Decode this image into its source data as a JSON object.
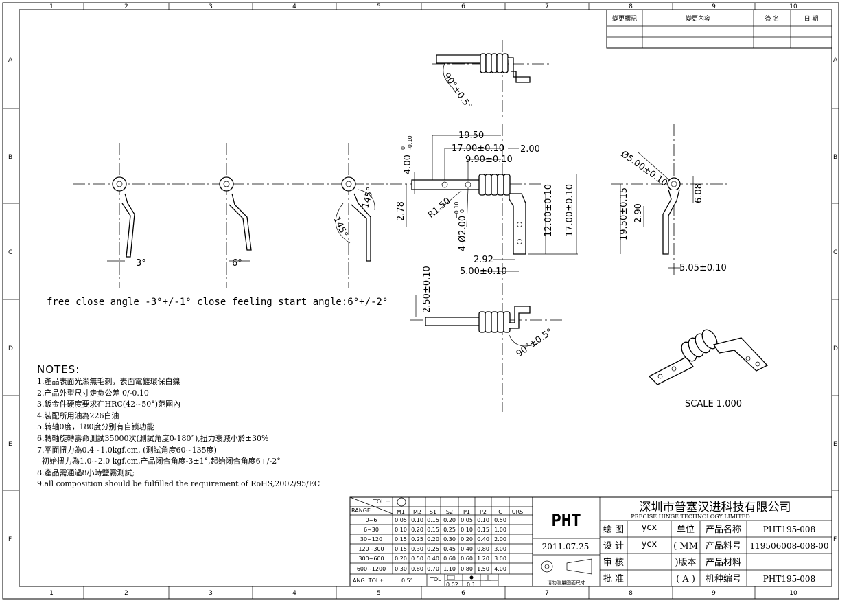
{
  "border": {
    "col_labels": [
      "1",
      "2",
      "3",
      "4",
      "5",
      "6",
      "7",
      "8",
      "9",
      "10"
    ],
    "row_labels": [
      "A",
      "B",
      "C",
      "D",
      "E",
      "F"
    ]
  },
  "revision_block": {
    "headers": [
      "變更標記",
      "變更內容",
      "簽 名",
      "日 期"
    ]
  },
  "views": {
    "top_angle": "90°±0.5°",
    "bottom_angle": "90°±0.5°",
    "dim_19_50": "19.50",
    "dim_17_00": "17.00±0.10",
    "dim_9_90": "9.90±0.10",
    "dim_2_00": "2.00",
    "dim_4_00": "4.00",
    "dim_4_00_tol_upper": "0",
    "dim_4_00_tol_lower": "-0.10",
    "dim_2_78": "2.78",
    "dim_r1_50": "R1.50",
    "dim_hole": "4-Ø2.00",
    "dim_hole_tol_upper": "+0.10",
    "dim_hole_tol_lower": "0",
    "dim_12_00": "12.00±0.10",
    "dim_17_00_v": "17.00±0.10",
    "dim_2_92": "2.92",
    "dim_5_00": "5.00±0.10",
    "dim_2_50": "2.50±0.10",
    "dim_dia5": "Ø5.00±0.10",
    "dim_6_08": "6.08",
    "dim_2_90": "2.90",
    "dim_19_50_v": "19.50±0.15",
    "dim_5_05": "5.05±0.10",
    "angle_145_a": "145°",
    "angle_145_b": "145°",
    "angle_free": "3°",
    "angle_close": "6°"
  },
  "caption": "free close angle -3°+/-1°   close feeling start angle:6°+/-2°",
  "scale": "SCALE   1.000",
  "notes": {
    "title": "NOTES:",
    "items": [
      "1.產品表面光潔無毛刺，表面電鍍環保白鎳",
      "2.产品外型尺寸走负公差 0/-0.10",
      "3.鈑金件硬度要求在HRC(42~50°)范圍內",
      "4.裝配所用油為226白油",
      "5.转轴0度，180度分别有自锁功能",
      "6.轉軸旋轉壽命測試35000次(測試角度0-180°),扭力衰減小於±30%",
      "7.平面扭力為0.4~1.0kgf.cm, (測試角度60~135度)",
      "  初始扭力為1.0~2.0 kgf.cm,产品闭合角度-3±1°,起始闭合角度6+/-2°",
      "8.產品需通過8小時鹽霧測試;",
      "9.all composition should be fulfilled the requirement of RoHS,2002/95/EC"
    ]
  },
  "tolerance_table": {
    "tol_label": "TOL ±",
    "range_label": "RANGE",
    "columns": [
      "M1",
      "M2",
      "S1",
      "S2",
      "P1",
      "P2",
      "C",
      "URS"
    ],
    "rows": [
      {
        "range": "0~6",
        "values": [
          "0.05",
          "0.10",
          "0.15",
          "0.20",
          "0.05",
          "0.10",
          "0.50",
          ""
        ]
      },
      {
        "range": "6~30",
        "values": [
          "0.10",
          "0.20",
          "0.15",
          "0.25",
          "0.10",
          "0.15",
          "1.00",
          ""
        ]
      },
      {
        "range": "30~120",
        "values": [
          "0.15",
          "0.25",
          "0.20",
          "0.30",
          "0.20",
          "0.40",
          "2.00",
          ""
        ]
      },
      {
        "range": "120~300",
        "values": [
          "0.15",
          "0.30",
          "0.25",
          "0.45",
          "0.40",
          "0.80",
          "3.00",
          ""
        ]
      },
      {
        "range": "300~600",
        "values": [
          "0.20",
          "0.50",
          "0.40",
          "0.60",
          "0.60",
          "1.20",
          "3.00",
          ""
        ]
      },
      {
        "range": "600~1200",
        "values": [
          "0.30",
          "0.80",
          "0.70",
          "1.10",
          "0.80",
          "1.50",
          "4.00",
          ""
        ]
      }
    ],
    "ang_label": "ANG.  TOL±",
    "ang_value": "0.5°",
    "tol_mark": "TOL",
    "flatness": "0.02",
    "position": "0.1"
  },
  "title_block": {
    "logo": "PHT",
    "company_cn": "深圳市普塞汉进科技有限公司",
    "company_en": "PRECISE HINGE TECHNOLOGY LIMITED",
    "date": "2011.07.25",
    "projection_note": "请勿测量图面尺寸",
    "rows": [
      {
        "role": "绘 图",
        "person": "ycx",
        "unit_label": "单位",
        "field": "产品名称",
        "value": "PHT195-008"
      },
      {
        "role": "设 计",
        "person": "ycx",
        "unit_label": "( MM",
        "field": "产品料号",
        "value": "119506008-008-00"
      },
      {
        "role": "审 核",
        "person": "",
        "unit_label": ")版本",
        "field": "产品材料",
        "value": ""
      },
      {
        "role": "批 准",
        "person": "",
        "unit_label": "( A )",
        "field": "机种编号",
        "value": "PHT195-008"
      }
    ]
  }
}
